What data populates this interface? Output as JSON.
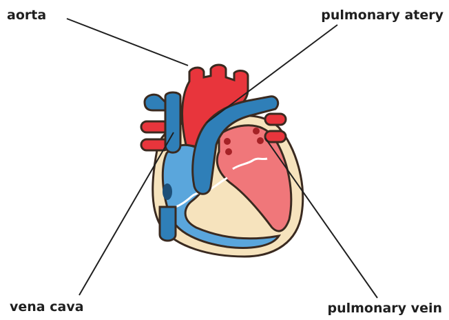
{
  "labels": {
    "aorta": "aorta",
    "pulmonary_artery": "pulmonary atery",
    "vena_cava": "vena cava",
    "pulmonary_vein": "pulmonary vein"
  },
  "colors": {
    "oxygenated": "#e8353c",
    "oxygenated_light": "#f0777a",
    "deoxygenated": "#2f7fb8",
    "deoxygenated_light": "#5aa6dc",
    "wall": "#f6e3bd",
    "outline": "#3a2a20",
    "leader_line": "#1f1f1f"
  }
}
